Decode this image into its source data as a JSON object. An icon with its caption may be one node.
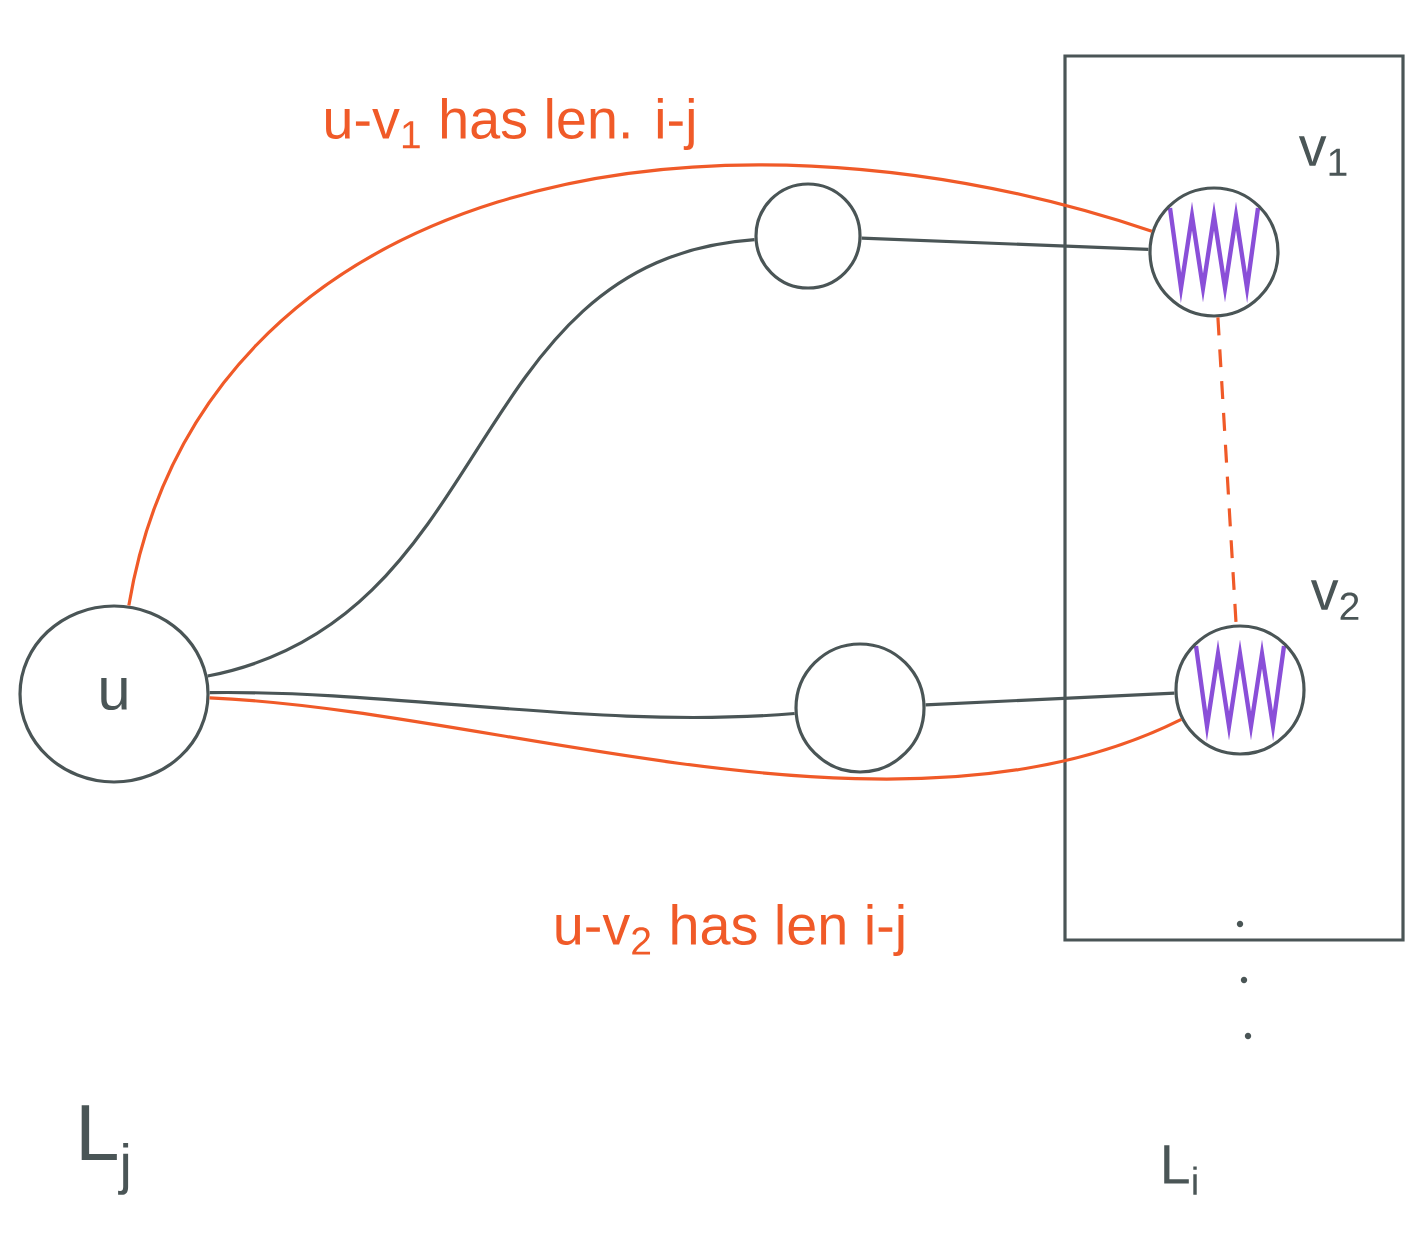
{
  "diagram": {
    "nodes": [
      {
        "text": [
          "u"
        ]
      },
      {
        "text": [],
        "shape": "circle"
      },
      {
        "text": [],
        "shape": "circle"
      },
      {
        "text": [],
        "shape": "box",
        "beside": [
          "L$_{i}$"
        ]
      },
      {
        "text": [],
        "shape": "circle",
        "in": 3,
        "beside": [
          "v$_{1}$"
        ]
      },
      {
        "text": [],
        "shape": "circle",
        "in": 3,
        "beside": [
          "v$_{2}$"
        ]
      }
    ],
    "edges": [
      {
        "from": 0,
        "to": 1,
        "arrow": "none"
      },
      {
        "from": 1,
        "to": 4,
        "arrow": "none"
      },
      {
        "from": 0,
        "to": 2,
        "arrow": "none"
      },
      {
        "from": 2,
        "to": 5,
        "arrow": "none"
      },
      {
        "from": 0,
        "to": 4,
        "arrow": "none",
        "color": "#f05a28",
        "label": "u-v$_{1}$ has len. i-j"
      },
      {
        "from": 0,
        "to": 5,
        "arrow": "none",
        "color": "#f05a28",
        "label": "u-v$_{2}$ has len i-j"
      },
      {
        "from": 4,
        "to": 5,
        "arrow": "none",
        "color": "#f05a28",
        "style": "dashed"
      }
    ],
    "labels": [
      "L$_{j}$"
    ]
  }
}
